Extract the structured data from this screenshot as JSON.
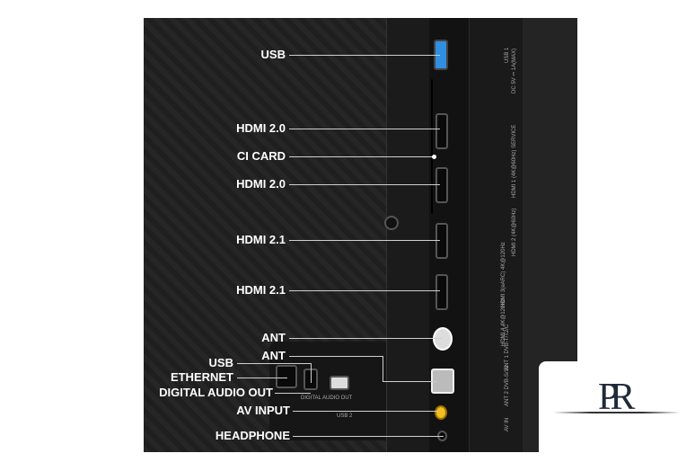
{
  "callouts": {
    "usb_top": "USB",
    "hdmi20_a": "HDMI 2.0",
    "ci_card": "CI CARD",
    "hdmi20_b": "HDMI 2.0",
    "hdmi21_a": "HDMI 2.1",
    "hdmi21_b": "HDMI 2.1",
    "ant1": "ANT",
    "ant2": "ANT",
    "usb_bottom": "USB",
    "ethernet": "ETHERNET",
    "digital_audio": "DIGITAL AUDIO OUT",
    "av_input": "AV INPUT",
    "headphone": "HEADPHONE"
  },
  "printed_port_labels": {
    "usb1": "USB 1",
    "usb1_power": "DC 5V ⎓ 1A(MAX)",
    "hdmi1": "HDMI 1 (4K@60Hz) SERVICE",
    "hdmi2": "HDMI 2 (4K@60Hz)",
    "hdmi3": "HDMI 3(eARC) 4K@120Hz",
    "hdmi4": "HDMI 4 4K@120Hz",
    "ant1": "ANT 1 DVB-T/T2/C",
    "ant2": "ANT 2 DVB-S/S2",
    "av_in": "AV IN",
    "usb2": "USB 2",
    "digital_audio_out": "DIGITAL AUDIO OUT"
  },
  "logo": {
    "text": "PR"
  },
  "colors": {
    "usb3_port": "#2f8fe0",
    "av_jack": "#f0c020",
    "logo": "#1f2a3a"
  }
}
